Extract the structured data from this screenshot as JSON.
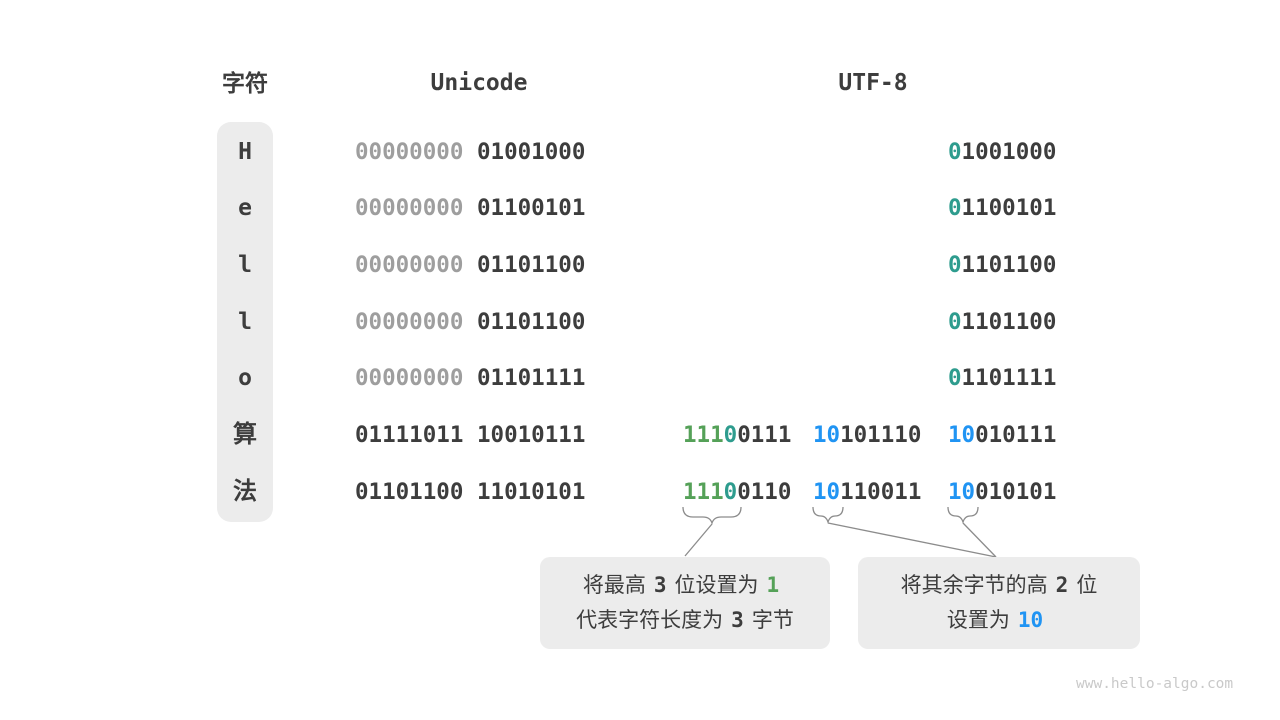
{
  "header": {
    "char_label": "字符",
    "unicode_label": "Unicode",
    "utf8_label": "UTF-8"
  },
  "colors": {
    "dark": "#3d3d3d",
    "gray": "#9e9e9e",
    "teal": "#2e9c8e",
    "green": "#55a158",
    "blue": "#2094f3",
    "box_bg": "#ececec",
    "connector": "#8c8c8c",
    "watermark": "#c9c9c9"
  },
  "rows": [
    {
      "char": "H",
      "cjk": false,
      "unicode": [
        [
          "gray",
          "00000000"
        ],
        [
          "dark",
          "01001000"
        ]
      ],
      "utf8": [
        [
          [
            "teal",
            "0"
          ],
          [
            "dark",
            "1001000"
          ]
        ]
      ]
    },
    {
      "char": "e",
      "cjk": false,
      "unicode": [
        [
          "gray",
          "00000000"
        ],
        [
          "dark",
          "01100101"
        ]
      ],
      "utf8": [
        [
          [
            "teal",
            "0"
          ],
          [
            "dark",
            "1100101"
          ]
        ]
      ]
    },
    {
      "char": "l",
      "cjk": false,
      "unicode": [
        [
          "gray",
          "00000000"
        ],
        [
          "dark",
          "01101100"
        ]
      ],
      "utf8": [
        [
          [
            "teal",
            "0"
          ],
          [
            "dark",
            "1101100"
          ]
        ]
      ]
    },
    {
      "char": "l",
      "cjk": false,
      "unicode": [
        [
          "gray",
          "00000000"
        ],
        [
          "dark",
          "01101100"
        ]
      ],
      "utf8": [
        [
          [
            "teal",
            "0"
          ],
          [
            "dark",
            "1101100"
          ]
        ]
      ]
    },
    {
      "char": "o",
      "cjk": false,
      "unicode": [
        [
          "gray",
          "00000000"
        ],
        [
          "dark",
          "01101111"
        ]
      ],
      "utf8": [
        [
          [
            "teal",
            "0"
          ],
          [
            "dark",
            "1101111"
          ]
        ]
      ]
    },
    {
      "char": "算",
      "cjk": true,
      "unicode": [
        [
          "dark",
          "01111011"
        ],
        [
          "dark",
          "10010111"
        ]
      ],
      "utf8": [
        [
          [
            "green",
            "111"
          ],
          [
            "teal",
            "0"
          ],
          [
            "dark",
            "0111"
          ]
        ],
        [
          [
            "blue",
            "10"
          ],
          [
            "dark",
            "101110"
          ]
        ],
        [
          [
            "blue",
            "10"
          ],
          [
            "dark",
            "010111"
          ]
        ]
      ]
    },
    {
      "char": "法",
      "cjk": true,
      "unicode": [
        [
          "dark",
          "01101100"
        ],
        [
          "dark",
          "11010101"
        ]
      ],
      "utf8": [
        [
          [
            "green",
            "111"
          ],
          [
            "teal",
            "0"
          ],
          [
            "dark",
            "0110"
          ]
        ],
        [
          [
            "blue",
            "10"
          ],
          [
            "dark",
            "110011"
          ]
        ],
        [
          [
            "blue",
            "10"
          ],
          [
            "dark",
            "010101"
          ]
        ]
      ]
    }
  ],
  "callouts": {
    "left": {
      "line1": [
        [
          "dark",
          "将最高"
        ],
        [
          "num",
          "3"
        ],
        [
          "dark",
          "位设置为"
        ],
        [
          "green",
          "1"
        ]
      ],
      "line2": [
        [
          "dark",
          "代表字符长度为"
        ],
        [
          "num",
          "3"
        ],
        [
          "dark",
          "字节"
        ]
      ]
    },
    "right": {
      "line1": [
        [
          "dark",
          "将其余字节的高"
        ],
        [
          "num",
          "2"
        ],
        [
          "dark",
          "位"
        ]
      ],
      "line2": [
        [
          "dark",
          "设置为"
        ],
        [
          "blue",
          "10"
        ]
      ]
    }
  },
  "watermark": "www.hello-algo.com"
}
